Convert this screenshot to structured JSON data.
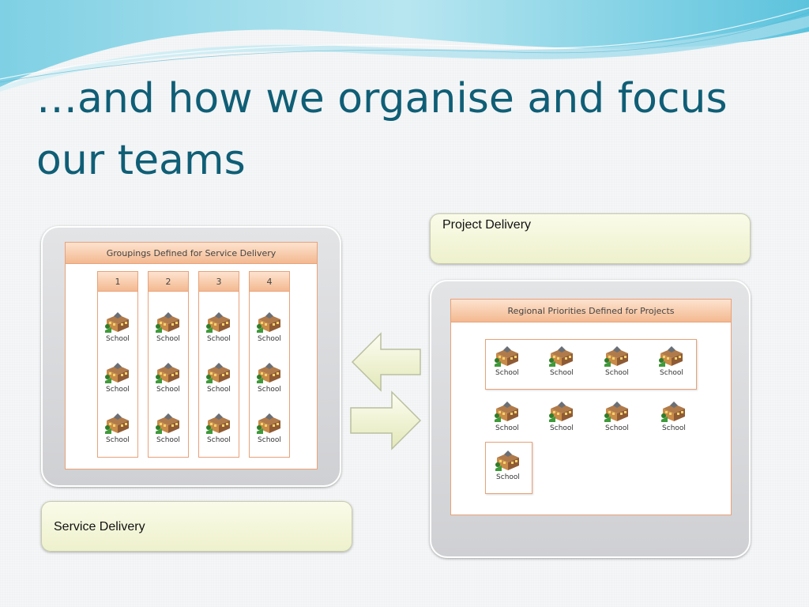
{
  "slide": {
    "title": "…and how we organise and focus our teams"
  },
  "service_panel": {
    "header": "Groupings Defined for Service Delivery",
    "groups": [
      {
        "label": "1",
        "schools": [
          "School",
          "School",
          "School"
        ]
      },
      {
        "label": "2",
        "schools": [
          "School",
          "School",
          "School"
        ]
      },
      {
        "label": "3",
        "schools": [
          "School",
          "School",
          "School"
        ]
      },
      {
        "label": "4",
        "schools": [
          "School",
          "School",
          "School"
        ]
      }
    ],
    "caption": "Service Delivery"
  },
  "project_panel": {
    "header": "Regional Priorities Defined for Projects",
    "caption": "Project Delivery",
    "cluster_row": [
      "School",
      "School",
      "School",
      "School"
    ],
    "free_row": [
      "School",
      "School",
      "School",
      "School"
    ],
    "single": [
      "School"
    ]
  },
  "colors": {
    "title": "#0f5e76",
    "header_fill": "#f3b990",
    "border": "#e8a27a",
    "caption_fill": "#eef1cc"
  },
  "icons": {
    "school": "school-building-icon",
    "arrow_left": "arrow-left-icon",
    "arrow_right": "arrow-right-icon"
  }
}
